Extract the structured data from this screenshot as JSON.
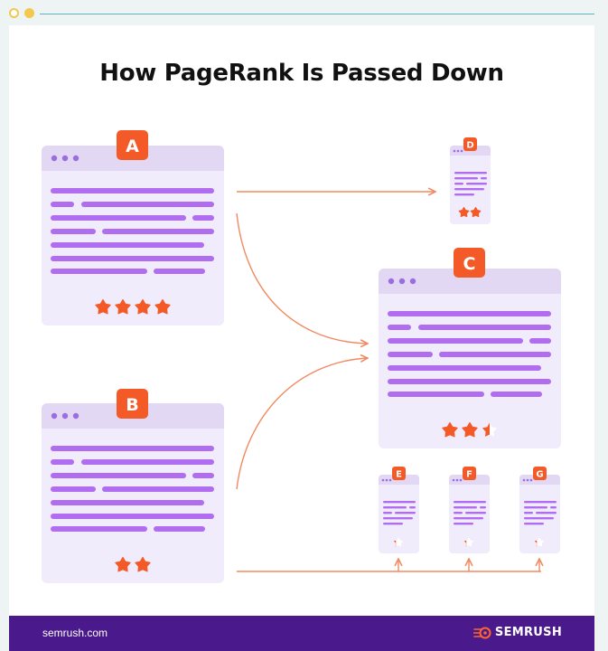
{
  "title": "How PageRank Is Passed Down",
  "footer": {
    "domain": "semrush.com",
    "brand": "SEMRUSH"
  },
  "colors": {
    "card_fill": "#f1ecfb",
    "card_header": "#e2d8f4",
    "text_line": "#b06df0",
    "badge": "#f45a27",
    "star": "#f45a27",
    "arrow": "#f08a62",
    "footer": "#4a1a8c"
  },
  "icons": [
    "star-icon",
    "half-star-icon",
    "quarter-star-icon",
    "arrow-icon",
    "semrush-logo-icon"
  ],
  "nodes": [
    {
      "id": "A",
      "label": "A",
      "stars": 4
    },
    {
      "id": "B",
      "label": "B",
      "stars": 2
    },
    {
      "id": "C",
      "label": "C",
      "stars": 2.5
    },
    {
      "id": "D",
      "label": "D",
      "stars": 2
    },
    {
      "id": "E",
      "label": "E",
      "stars": 0.25
    },
    {
      "id": "F",
      "label": "F",
      "stars": 0.25
    },
    {
      "id": "G",
      "label": "G",
      "stars": 0.25
    }
  ],
  "edges": [
    {
      "from": "A",
      "to": "D"
    },
    {
      "from": "A",
      "to": "C"
    },
    {
      "from": "B",
      "to": "C"
    },
    {
      "from": "B",
      "to": "E"
    },
    {
      "from": "B",
      "to": "F"
    },
    {
      "from": "B",
      "to": "G"
    }
  ]
}
